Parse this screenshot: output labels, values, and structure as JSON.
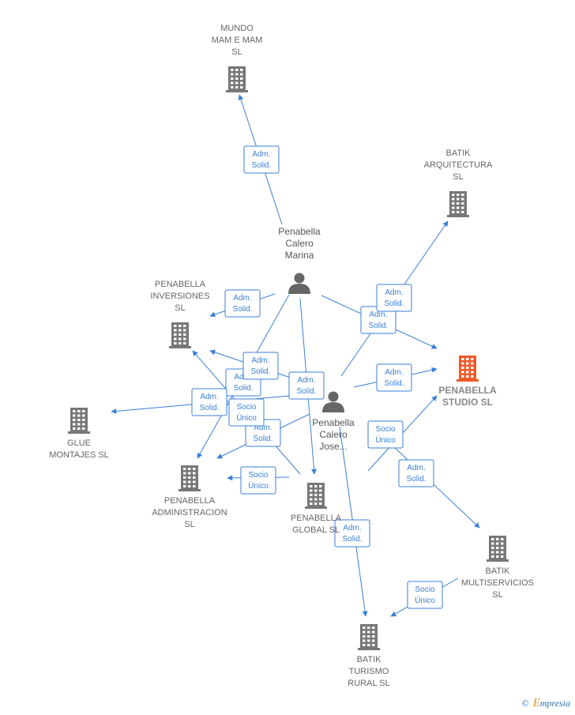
{
  "colors": {
    "edge": "#3b7fd6",
    "company": "#777777",
    "highlight": "#f05a28",
    "person": "#666666"
  },
  "nodes": [
    {
      "id": "mundo",
      "type": "company",
      "icon": "building-icon",
      "lines": [
        "MUNDO",
        "MAM E MAM",
        "SL"
      ]
    },
    {
      "id": "batik_arq",
      "type": "company",
      "icon": "building-icon",
      "lines": [
        "BATIK",
        "ARQUITECTURA",
        "SL"
      ]
    },
    {
      "id": "pen_inv",
      "type": "company",
      "icon": "building-icon",
      "lines": [
        "PENABELLA",
        "INVERSIONES",
        "SL"
      ]
    },
    {
      "id": "pen_studio",
      "type": "company",
      "icon": "building-icon",
      "highlight": true,
      "lines": [
        "PENABELLA",
        "STUDIO  SL"
      ]
    },
    {
      "id": "glue",
      "type": "company",
      "icon": "building-icon",
      "lines": [
        "GLUE",
        "MONTAJES  SL"
      ]
    },
    {
      "id": "pen_adm",
      "type": "company",
      "icon": "building-icon",
      "lines": [
        "PENABELLA",
        "ADMINISTRACION",
        "SL"
      ]
    },
    {
      "id": "pen_global",
      "type": "company",
      "icon": "building-icon",
      "lines": [
        "PENABELLA",
        "GLOBAL SL"
      ]
    },
    {
      "id": "batik_multi",
      "type": "company",
      "icon": "building-icon",
      "lines": [
        "BATIK",
        "MULTISERVICIOS",
        "SL"
      ]
    },
    {
      "id": "batik_tur",
      "type": "company",
      "icon": "building-icon",
      "lines": [
        "BATIK",
        "TURISMO",
        "RURAL  SL"
      ]
    },
    {
      "id": "marina",
      "type": "person",
      "icon": "person-icon",
      "lines": [
        "Penabella",
        "Calero",
        "Marina"
      ]
    },
    {
      "id": "jose",
      "type": "person",
      "icon": "person-icon",
      "lines": [
        "Penabella",
        "Calero",
        "Jose..."
      ]
    }
  ],
  "edges": [
    {
      "from": "marina",
      "to": "mundo",
      "label": [
        "Adm.",
        "Solid."
      ]
    },
    {
      "from": "marina",
      "to": "pen_inv",
      "label": [
        "Adm.",
        "Solid."
      ]
    },
    {
      "from": "marina",
      "to": "pen_studio",
      "label": [
        "Adm.",
        "Solid."
      ]
    },
    {
      "from": "marina",
      "to": "pen_adm",
      "label": [
        "Adm.",
        "Solid."
      ]
    },
    {
      "from": "marina",
      "to": "pen_global",
      "label": [
        "Adm.",
        "Solid."
      ]
    },
    {
      "from": "jose",
      "to": "batik_arq",
      "label": [
        "Adm.",
        "Solid."
      ]
    },
    {
      "from": "jose",
      "to": "pen_studio",
      "label": [
        "Adm.",
        "Solid."
      ]
    },
    {
      "from": "jose",
      "to": "pen_inv",
      "label": [
        "Adm.",
        "Solid."
      ]
    },
    {
      "from": "jose",
      "to": "glue",
      "label": [
        "Adm.",
        "Solid."
      ]
    },
    {
      "from": "jose",
      "to": "pen_adm",
      "label": [
        "Adm.",
        "Solid."
      ]
    },
    {
      "from": "jose",
      "to": "batik_tur",
      "label": [
        "Adm.",
        "Solid."
      ]
    },
    {
      "from": "pen_global",
      "to": "pen_inv",
      "label": [
        "Socio",
        "Único"
      ]
    },
    {
      "from": "pen_global",
      "to": "pen_adm",
      "label": [
        "Socio",
        "Único"
      ]
    },
    {
      "from": "pen_global",
      "to": "pen_studio",
      "label": [
        "Socio",
        "Único"
      ]
    },
    {
      "from": "pen_global",
      "to": "batik_multi",
      "label": [
        "Adm.",
        "Solid."
      ]
    },
    {
      "from": "batik_multi",
      "to": "batik_tur",
      "label": [
        "Socio",
        "Único"
      ]
    }
  ],
  "footer": {
    "copyright": "©",
    "brand_first": "E",
    "brand_rest": "mpresia"
  }
}
